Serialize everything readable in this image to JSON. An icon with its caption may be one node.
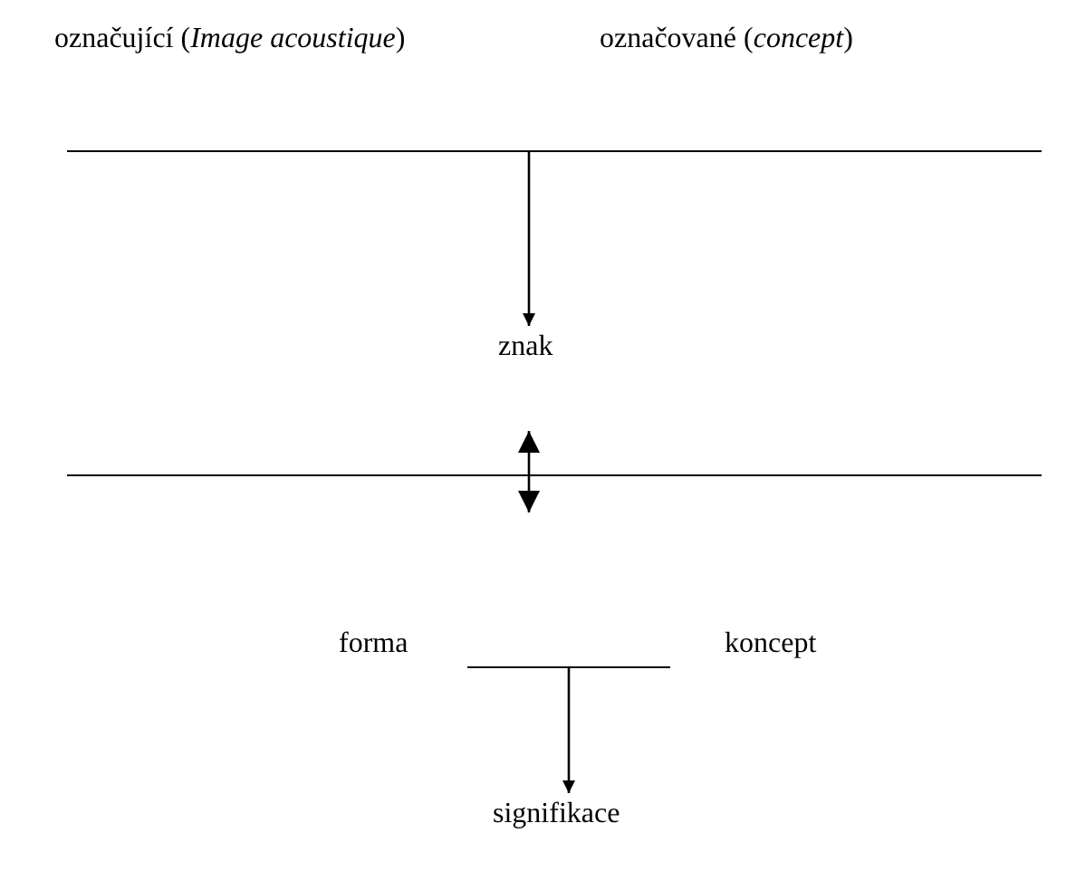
{
  "diagram": {
    "nodes": [
      {
        "text": [
          "označující (*Image acoustique*)"
        ]
      },
      {
        "text": [
          "označované (*concept*)"
        ]
      },
      {
        "text": [],
        "shape": "bar"
      },
      {
        "text": [
          "znak"
        ]
      },
      {
        "text": [],
        "shape": "bar"
      },
      {
        "text": [
          "forma"
        ]
      },
      {
        "text": [],
        "shape": "bar"
      },
      {
        "text": [
          "koncept"
        ]
      },
      {
        "text": [
          "signifikace"
        ]
      }
    ],
    "edges": [
      {
        "from": 2,
        "to": 3,
        "arrow": "to"
      },
      {
        "from": 6,
        "to": 8,
        "arrow": "to"
      }
    ]
  }
}
